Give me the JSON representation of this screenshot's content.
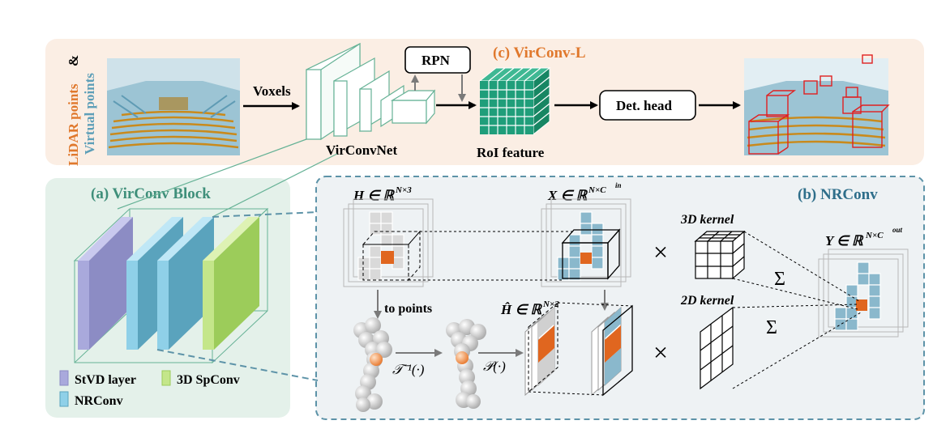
{
  "panel_c": {
    "title": "(c) VirConv-L",
    "side_label_1": "LiDAR points",
    "side_label_amp": "&",
    "side_label_2": "Virtual points",
    "voxels": "Voxels",
    "rpn": "RPN",
    "backbone": "VirConvNet",
    "roi": "RoI feature",
    "det_head": "Det. head"
  },
  "panel_a": {
    "title": "(a) VirConv Block",
    "legend": {
      "stvd": "StVD layer",
      "spconv": "3D SpConv",
      "nrconv": "NRConv"
    }
  },
  "panel_b": {
    "title": "(b) NRConv",
    "h_label": "H ∈ ℝ",
    "h_sup": "N×3",
    "x_label": "X ∈ ℝ",
    "x_sup": "N×C",
    "x_sup2": "in",
    "y_label": "Y ∈ ℝ",
    "y_sup": "N×C",
    "y_sup2": "out",
    "hhat_label": "Ĥ ∈ ℝ",
    "hhat_sup": "N×2",
    "kernel3d": "3D kernel",
    "kernel2d": "2D kernel",
    "to_points": "to points",
    "inv_t": "𝒯⁻¹(·)",
    "proj": "𝒫(·)",
    "times": "×",
    "sum": "Σ"
  },
  "colors": {
    "panel_c_bg": "#fbeee4",
    "panel_a_bg": "#e4f1ea",
    "panel_b_border": "#5d93a8",
    "orange_text": "#e0782c",
    "teal_text": "#3f8f7a",
    "blue_text": "#2e6e8a",
    "roi_green": "#1f9e7a",
    "cell_blue": "#8ab8cc",
    "cell_orange": "#e0661f",
    "box_red": "#e02020"
  }
}
